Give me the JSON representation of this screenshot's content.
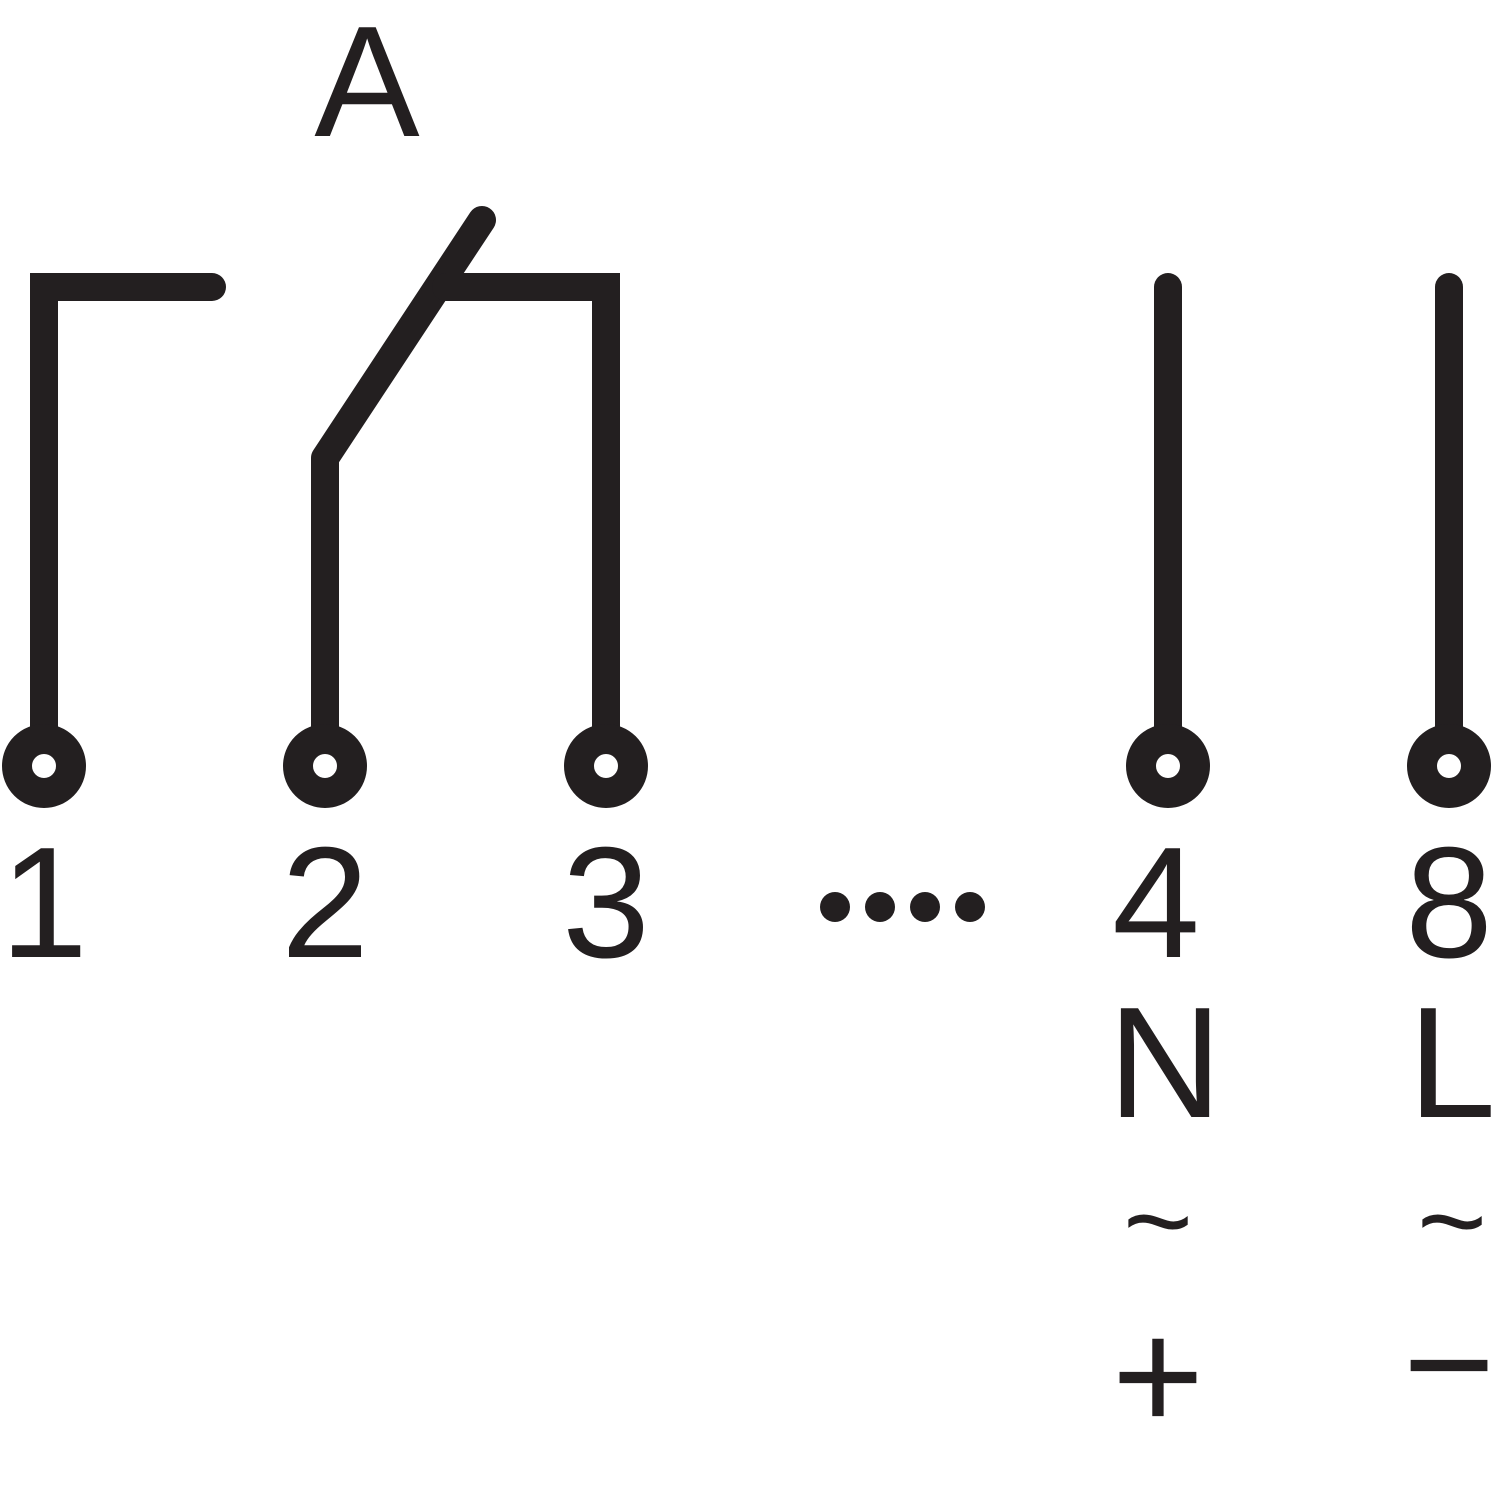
{
  "colors": {
    "ink": "#231f20",
    "background": "#ffffff"
  },
  "contact_label": "A",
  "terminals": [
    {
      "id": "1",
      "label": "1"
    },
    {
      "id": "2",
      "label": "2"
    },
    {
      "id": "3",
      "label": "3"
    },
    {
      "id": "4",
      "label": "4"
    },
    {
      "id": "8",
      "label": "8"
    }
  ],
  "ellipsis": "····",
  "supply_labels": {
    "t4": {
      "line": "N",
      "ac": "~",
      "dc": "+"
    },
    "t8": {
      "line": "L",
      "ac": "~",
      "dc": "−"
    }
  }
}
